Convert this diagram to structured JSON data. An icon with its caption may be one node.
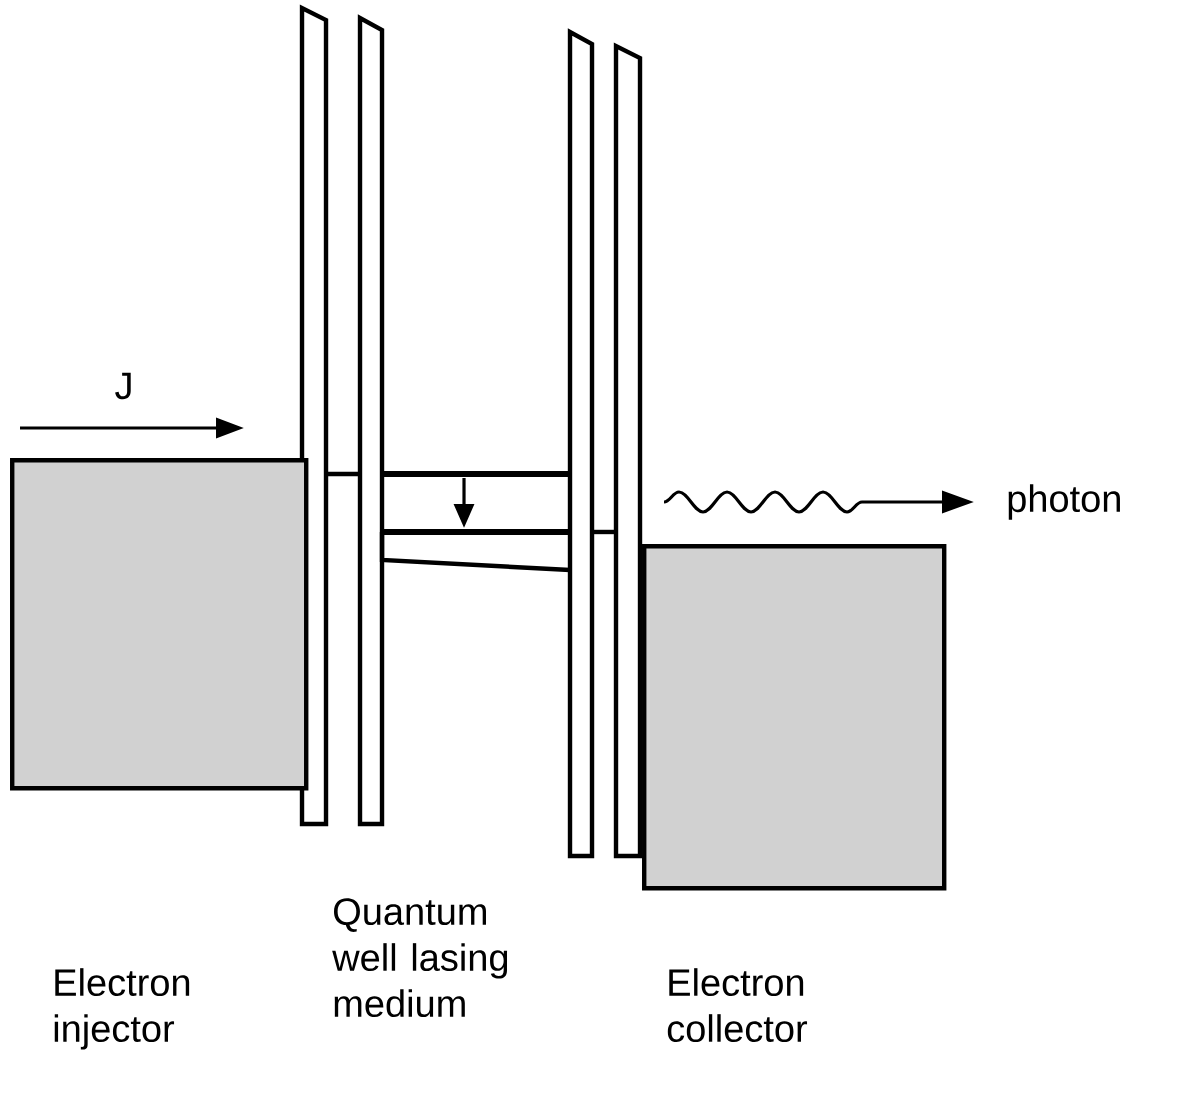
{
  "diagram": {
    "nodes": [
      {
        "text": [
          "Electron injector"
        ]
      },
      {
        "text": [
          "Electron collector"
        ]
      }
    ],
    "labels": [
      "J",
      "Quantum well lasing medium",
      "photon"
    ]
  }
}
